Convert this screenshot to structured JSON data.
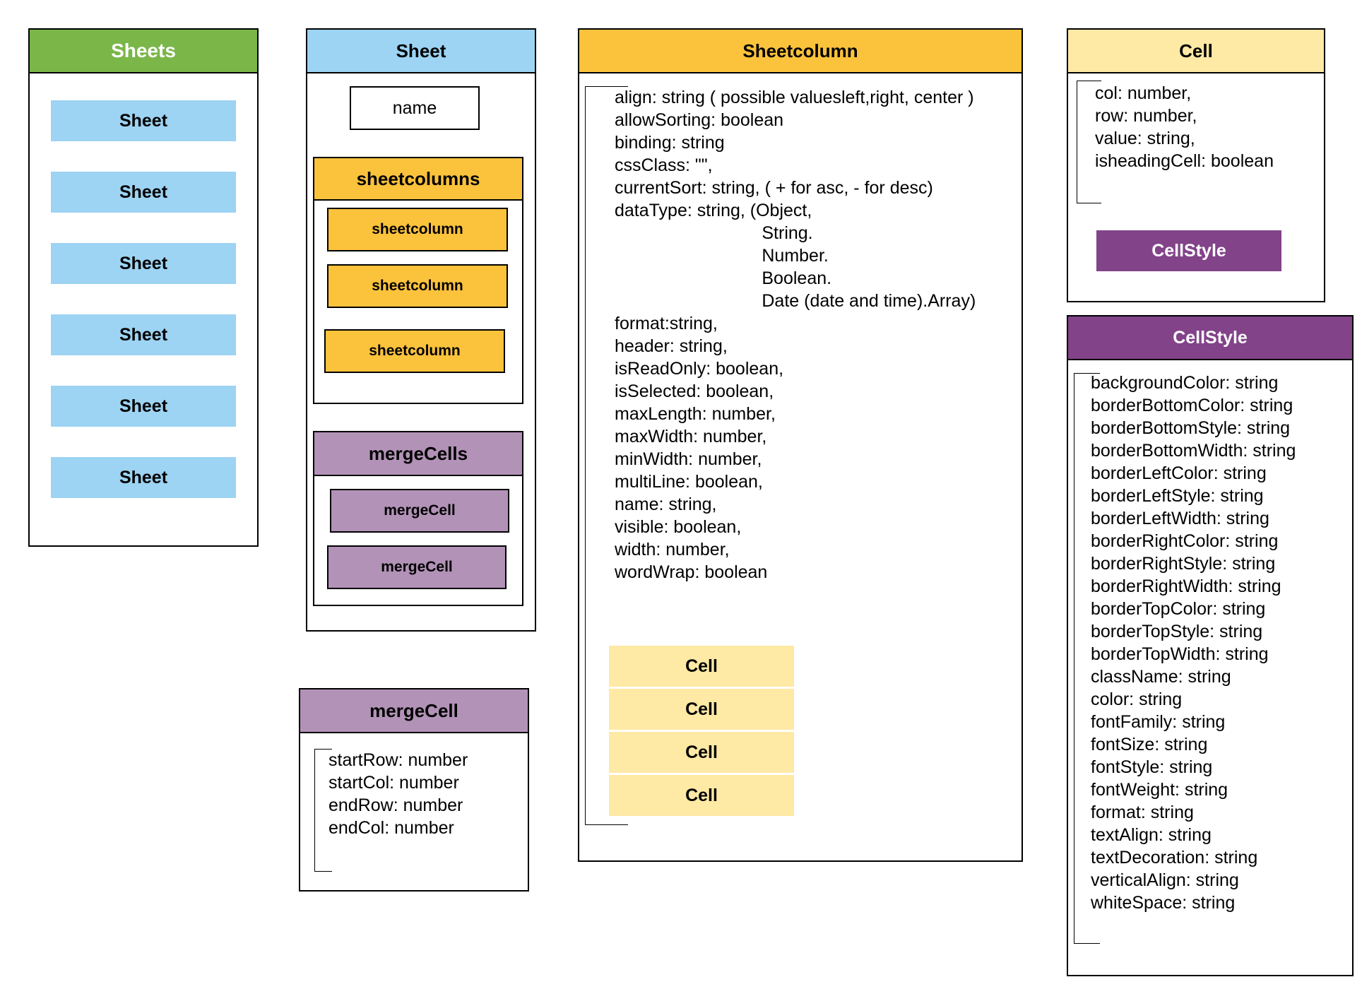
{
  "colors": {
    "sheets_header": "#7ab648",
    "sheet_blue": "#9dd3f3",
    "orange": "#fbc23c",
    "light_yellow": "#fee9a5",
    "purple_light": "#b292b7",
    "purple_dark": "#824389"
  },
  "sheets": {
    "title": "Sheets",
    "items": [
      "Sheet",
      "Sheet",
      "Sheet",
      "Sheet",
      "Sheet",
      "Sheet"
    ]
  },
  "sheet": {
    "title": "Sheet",
    "name_label": "name",
    "sheetcolumns": {
      "title": "sheetcolumns",
      "items": [
        "sheetcolumn",
        "sheetcolumn",
        "sheetcolumn"
      ]
    },
    "mergecells": {
      "title": "mergeCells",
      "items": [
        "mergeCell",
        "mergeCell"
      ]
    }
  },
  "mergecell": {
    "title": "mergeCell",
    "fields": [
      "startRow: number",
      "startCol: number",
      "endRow: number",
      "endCol: number"
    ]
  },
  "sheetcolumn": {
    "title": "Sheetcolumn",
    "fields": [
      "align: string ( possible valuesleft,right, center )",
      "allowSorting: boolean",
      "binding: string",
      "cssClass: \"\",",
      "currentSort: string, ( + for asc, - for desc)",
      "dataType: string, (Object,",
      "                              String.",
      "                              Number.",
      "                              Boolean.",
      "                              Date (date and time).Array)",
      "format:string,",
      "header: string,",
      "isReadOnly: boolean,",
      "isSelected: boolean,",
      "maxLength: number,",
      "maxWidth: number,",
      "minWidth: number,",
      "multiLine: boolean,",
      "name: string,",
      "visible: boolean,",
      "width: number,",
      "wordWrap: boolean"
    ],
    "cells": [
      "Cell",
      "Cell",
      "Cell",
      "Cell"
    ]
  },
  "cell": {
    "title": "Cell",
    "fields": [
      "col: number,",
      "row: number,",
      "value: string,",
      "isheadingCell: boolean"
    ],
    "cellstyle_label": "CellStyle"
  },
  "cellstyle": {
    "title": "CellStyle",
    "fields": [
      "backgroundColor: string",
      "borderBottomColor: string",
      "borderBottomStyle: string",
      "borderBottomWidth: string",
      "borderLeftColor: string",
      "borderLeftStyle: string",
      "borderLeftWidth: string",
      "borderRightColor: string",
      "borderRightStyle: string",
      "borderRightWidth: string",
      "borderTopColor: string",
      "borderTopStyle: string",
      "borderTopWidth: string",
      "className: string",
      "color: string",
      "fontFamily: string",
      "fontSize: string",
      "fontStyle: string",
      "fontWeight: string",
      "format: string",
      "textAlign: string",
      "textDecoration: string",
      "verticalAlign: string",
      "whiteSpace: string"
    ]
  }
}
